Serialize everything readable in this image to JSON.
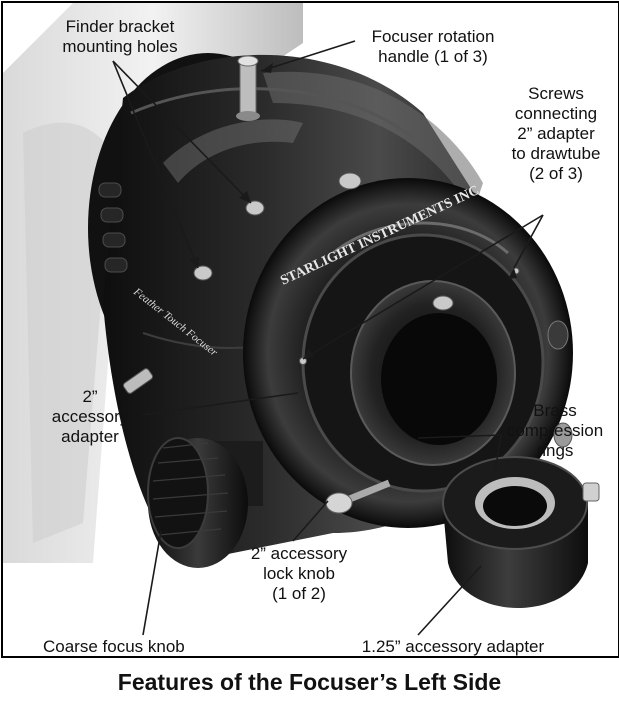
{
  "caption": "Features of the Focuser’s Left Side",
  "labels": {
    "finder_bracket": "Finder bracket\nmounting holes",
    "rotation_handle": "Focuser rotation\nhandle (1 of 3)",
    "screws": "Screws\nconnecting\n2” adapter\nto drawtube\n(2 of 3)",
    "accessory_adapter_2in": "2”\naccessory\nadapter",
    "brass_rings": "Brass\ncompression\nrings",
    "lock_knob": "2” accessory\nlock knob\n(1 of 2)",
    "coarse_knob": "Coarse focus knob",
    "adapter_125": "1.25” accessory adapter"
  },
  "engraving": {
    "brand": "STARLIGHT INSTRUMENTS INC",
    "model": "Feather Touch Focuser"
  },
  "colors": {
    "body": "#141414",
    "tube": "#e6e6e6",
    "highlight": "#5a5a5a",
    "metal": "#c8c8c8"
  }
}
